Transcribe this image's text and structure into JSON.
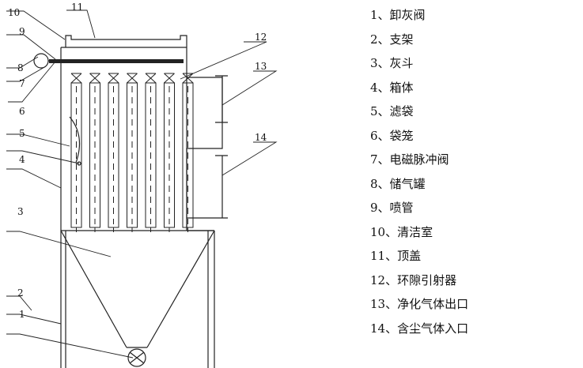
{
  "diagram": {
    "callout_numbers": [
      "1",
      "2",
      "3",
      "4",
      "5",
      "6",
      "7",
      "8",
      "9",
      "10",
      "11",
      "12",
      "13",
      "14"
    ]
  },
  "legend": {
    "items": [
      "1、卸灰阀",
      "2、支架",
      "3、灰斗",
      "4、箱体",
      "5、滤袋",
      "6、袋笼",
      "7、电磁脉冲阀",
      "8、储气罐",
      "9、喷管",
      "10、清洁室",
      "11、顶盖",
      "12、环隙引射器",
      "13、净化气体出口",
      "14、含尘气体入口"
    ]
  }
}
